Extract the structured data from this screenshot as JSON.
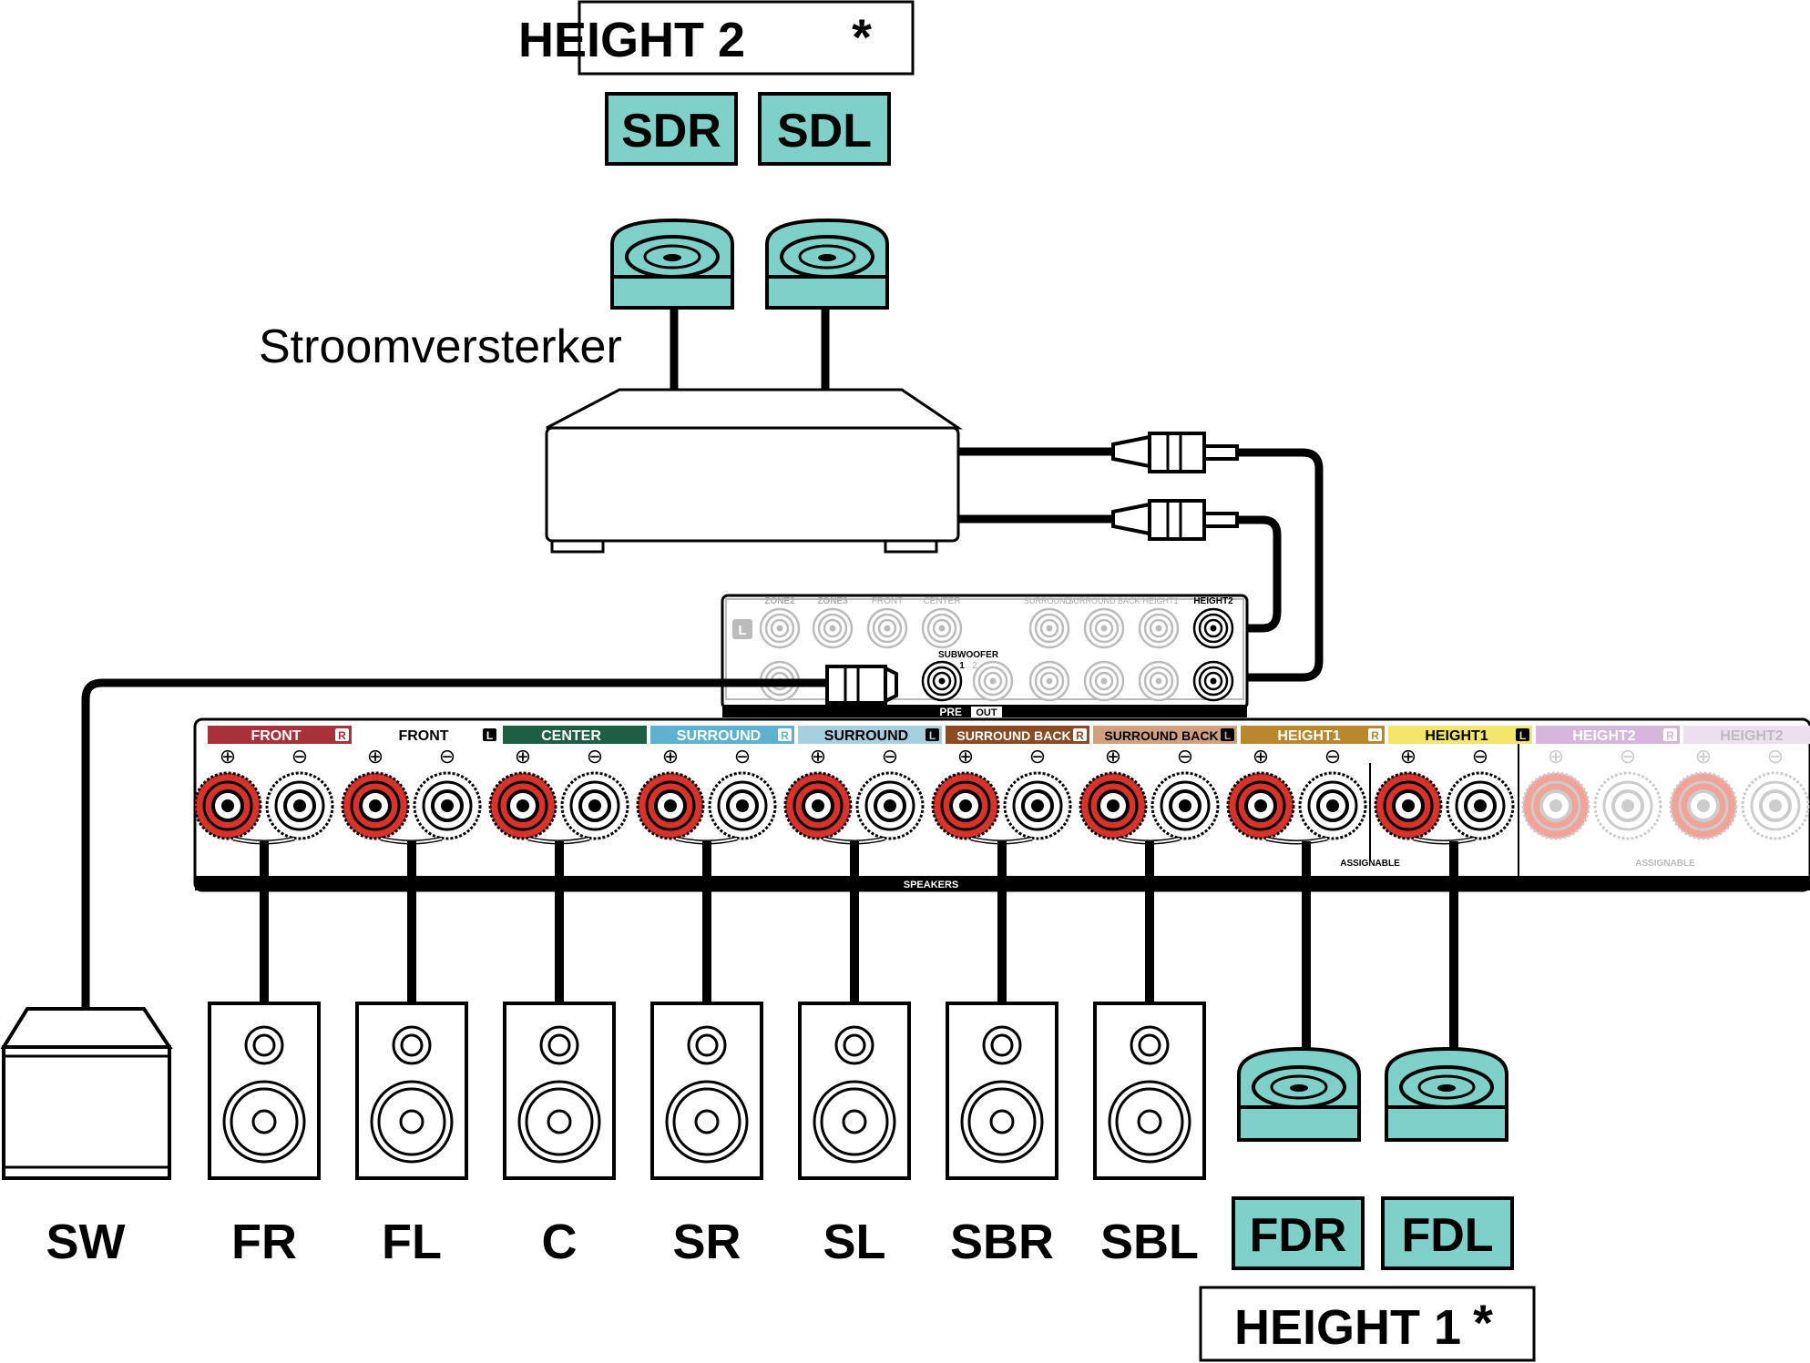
{
  "height2": {
    "title": "HEIGHT 2",
    "asterisk": "*",
    "right_label": "SDR",
    "left_label": "SDL"
  },
  "height1": {
    "title": "HEIGHT 1",
    "asterisk": "*",
    "right_label": "FDR",
    "left_label": "FDL"
  },
  "amp_label": "Stroomversterker",
  "preout": {
    "section_label": "PRE",
    "section_label_inv": "OUT",
    "top_labels": [
      "ZONE2",
      "ZONE3",
      "FRONT",
      "CENTER",
      "SURROUND",
      "SURROUND BACK",
      "HEIGHT1",
      "HEIGHT2"
    ],
    "subwoofer_label": "SUBWOOFER",
    "subwoofer_num1": "1",
    "subwoofer_num2": "2",
    "l_mark": "L"
  },
  "speaker_terminals": {
    "channel_labels": [
      "FRONT",
      "FRONT",
      "CENTER",
      "SURROUND",
      "SURROUND",
      "SURROUND BACK",
      "SURROUND BACK",
      "HEIGHT1",
      "HEIGHT1",
      "HEIGHT2",
      "HEIGHT2"
    ],
    "side_marks": [
      "R",
      "L",
      "",
      "R",
      "L",
      "R",
      "L",
      "R",
      "L",
      "R",
      "L"
    ],
    "plus_symbol": "⊕",
    "minus_symbol": "⊖",
    "speakers_label": "SPEAKERS",
    "assignable_label": "ASSIGNABLE"
  },
  "speakers_bottom": [
    "SW",
    "FR",
    "FL",
    "C",
    "SR",
    "SL",
    "SBR",
    "SBL"
  ],
  "colors": {
    "front_r": "#a8323a",
    "front_l": "#ffffff",
    "center": "#1e5e45",
    "surround_r": "#5fb2cf",
    "surround_l": "#a6cfe0",
    "surround_back_r": "#8a4a24",
    "surround_back_l": "#d2a07e",
    "height1_r": "#b8872e",
    "height1_l": "#f3e66a",
    "height2_r": "#d6b6dc",
    "height2_l": "#ece0ef",
    "teal": "#7fd0c8",
    "terminal_red": "#d8332a"
  }
}
